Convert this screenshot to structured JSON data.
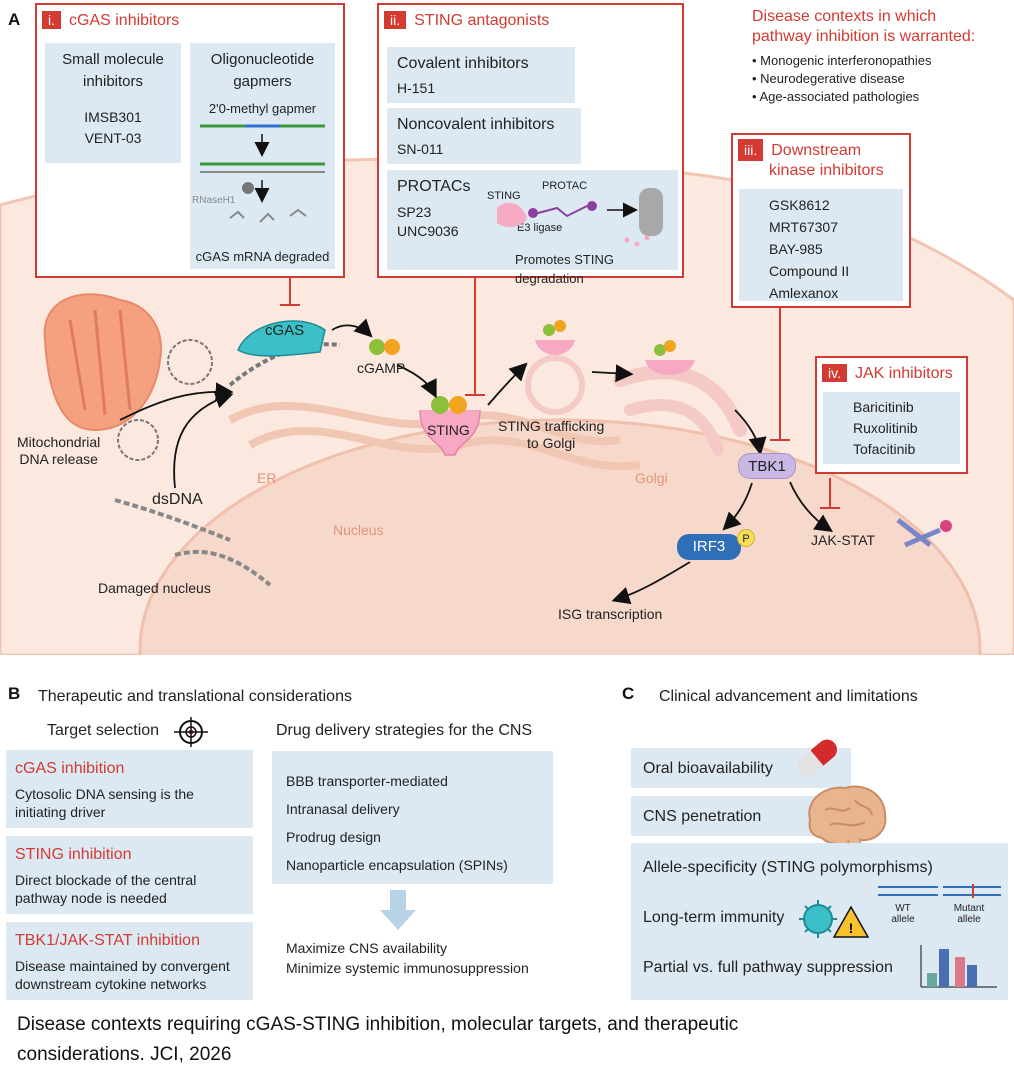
{
  "panel_a": {
    "letter": "A",
    "cgas_inhibitors": {
      "num": "i.",
      "title": "cGAS inhibitors",
      "small_molecule": {
        "heading": "Small molecule inhibitors",
        "items": [
          "IMSB301",
          "VENT-03"
        ]
      },
      "oligo": {
        "heading": "Oligonucleotide gapmers",
        "gapmer": "2'0-methyl gapmer",
        "rnase": "RNaseH1",
        "degraded": "cGAS mRNA degraded"
      }
    },
    "sting_antagonists": {
      "num": "ii.",
      "title": "STING antagonists",
      "covalent": {
        "heading": "Covalent inhibitors",
        "item": "H-151"
      },
      "noncovalent": {
        "heading": "Noncovalent inhibitors",
        "item": "SN-011"
      },
      "protacs": {
        "heading": "PROTACs",
        "items": [
          "SP23",
          "UNC9036"
        ],
        "sting_label": "STING",
        "protac_label": "PROTAC",
        "e3_label": "E3 ligase",
        "promotes": "Promotes STING degradation"
      }
    },
    "disease_contexts": {
      "title_line1": "Disease contexts in which",
      "title_line2": "pathway inhibition is warranted:",
      "items": [
        "Monogenic interferonopathies",
        "Neurodegerative disease",
        "Age-associated pathologies"
      ]
    },
    "kinase_inhibitors": {
      "num": "iii.",
      "title_line1": "Downstream",
      "title_line2": "kinase inhibitors",
      "items": [
        "GSK8612",
        "MRT67307",
        "BAY-985",
        "Compound II",
        "Amlexanox"
      ]
    },
    "jak_inhibitors": {
      "num": "iv.",
      "title": "JAK inhibitors",
      "items": [
        "Baricitinib",
        "Ruxolitinib",
        "Tofacitinib"
      ]
    },
    "labels": {
      "cgas": "cGAS",
      "cgamp": "cGAMP",
      "sting": "STING",
      "trafficking_line1": "STING trafficking",
      "trafficking_line2": "to Golgi",
      "mito_line1": "Mitochondrial",
      "mito_line2": "DNA release",
      "dsdna": "dsDNA",
      "damaged": "Damaged nucleus",
      "er": "ER",
      "nucleus": "Nucleus",
      "golgi": "Golgi",
      "tbk1": "TBK1",
      "irf3": "IRF3",
      "p": "P",
      "jak_stat": "JAK-STAT",
      "isg": "ISG transcription"
    }
  },
  "panel_b": {
    "letter": "B",
    "title": "Therapeutic and translational considerations",
    "target_selection": "Target selection",
    "targets": [
      {
        "title": "cGAS inhibition",
        "line1": "Cytosolic DNA sensing is the",
        "line2": "initiating driver"
      },
      {
        "title": "STING inhibition",
        "line1": "Direct blockade of the central",
        "line2": "pathway node is needed"
      },
      {
        "title": "TBK1/JAK-STAT inhibition",
        "line1": "Disease maintained by convergent",
        "line2": "downstream cytokine networks"
      }
    ],
    "delivery_title": "Drug delivery strategies for the CNS",
    "delivery_items": [
      "BBB transporter-mediated",
      "Intranasal delivery",
      "Prodrug design",
      "Nanoparticle encapsulation (SPINs)"
    ],
    "outcome_line1": "Maximize CNS availability",
    "outcome_line2": "Minimize systemic immunosuppression"
  },
  "panel_c": {
    "letter": "C",
    "title": "Clinical advancement and limitations",
    "oral": "Oral bioavailability",
    "cns": "CNS penetration",
    "allele": "Allele-specificity (STING polymorphisms)",
    "longterm": "Long-term immunity",
    "wt_line1": "WT",
    "wt_line2": "allele",
    "mutant_line1": "Mutant",
    "mutant_line2": "allele",
    "partial": "Partial vs. full pathway suppression",
    "colors": {
      "bar1": "#6aa7a3",
      "bar2": "#4a6fb0",
      "bar3": "#d9798a",
      "bar4": "#4a6fb0"
    }
  },
  "caption": {
    "line1": "Disease contexts requiring cGAS-STING inhibition, molecular targets, and therapeutic",
    "line2": "considerations. JCI, 2026"
  }
}
